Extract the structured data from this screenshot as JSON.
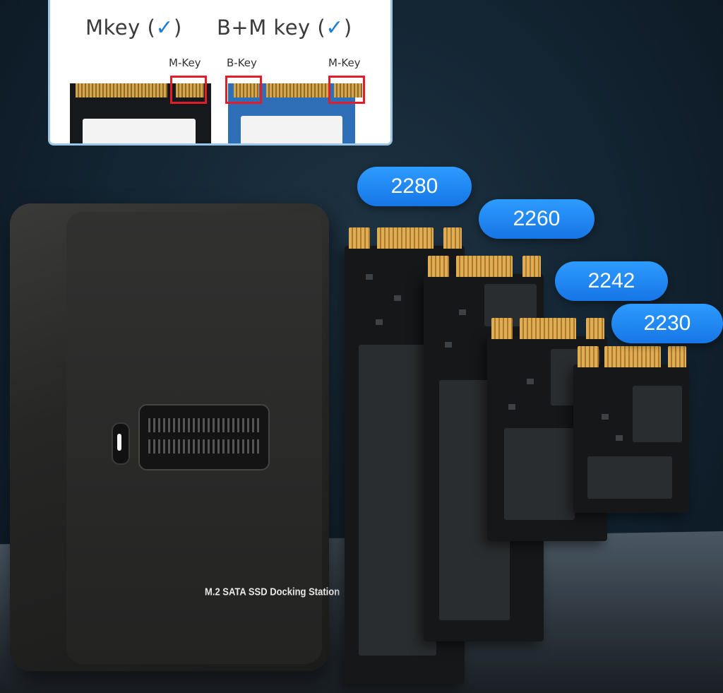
{
  "key_panel": {
    "mkey_heading": "Mkey (",
    "mkey_close": ")",
    "bm_heading": "B+M key (",
    "bm_close": ")",
    "check_glyph": "✓",
    "labels": [
      "M-Key",
      "B-Key",
      "M-Key"
    ],
    "highlight_color": "#e11d2a",
    "check_color": "#1e7fd6"
  },
  "dock": {
    "label": "M.2 SATA SSD Docking Station"
  },
  "sizes": [
    {
      "label": "2280"
    },
    {
      "label": "2260"
    },
    {
      "label": "2242"
    },
    {
      "label": "2230"
    }
  ],
  "colors": {
    "badge": "#1e88f0",
    "background": "#142634"
  }
}
